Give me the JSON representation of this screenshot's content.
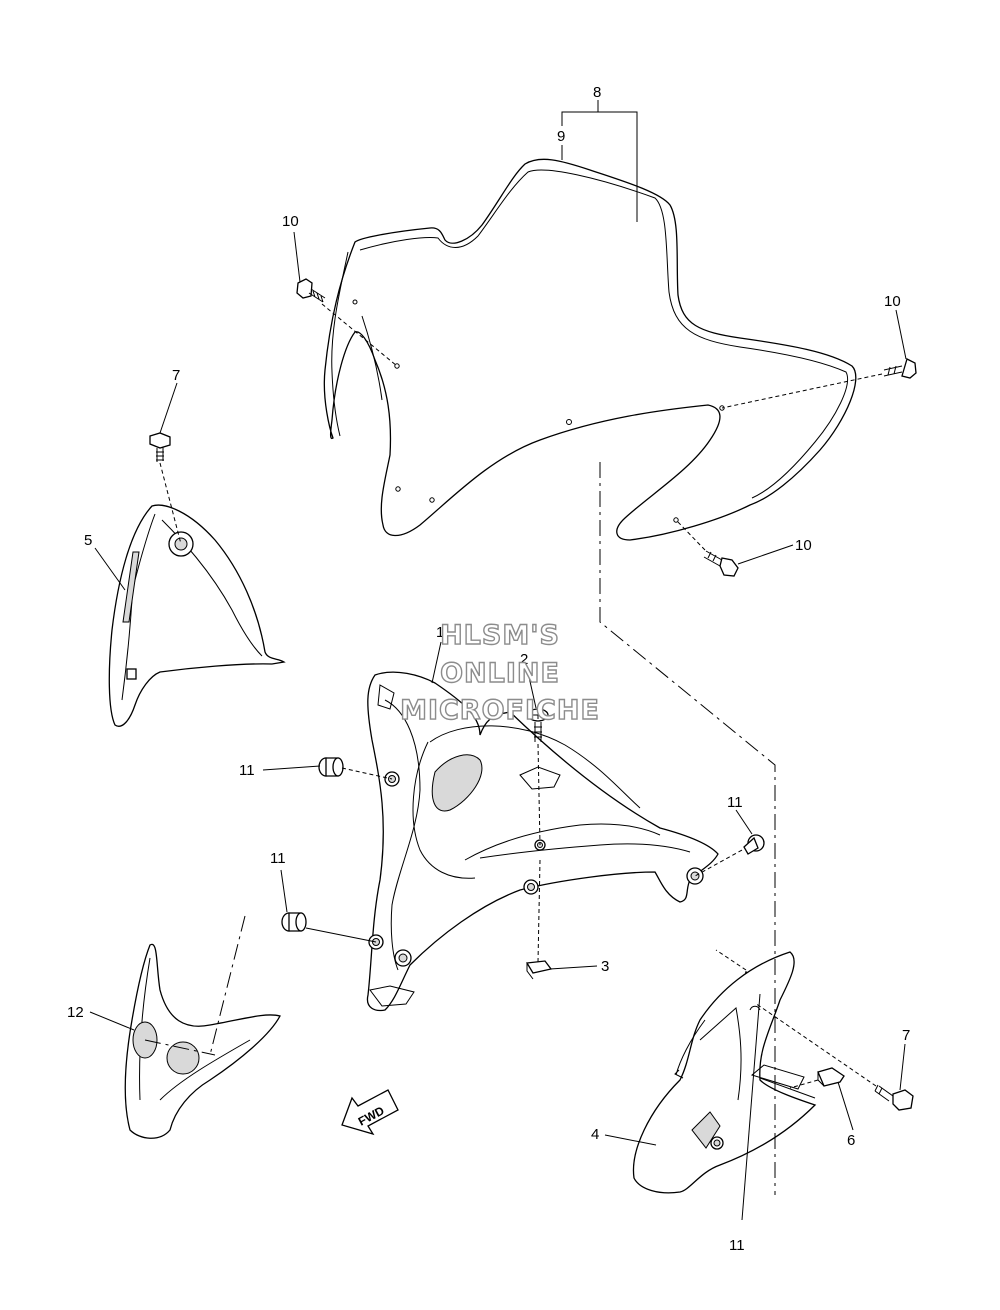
{
  "watermark": [
    "HLSM'S",
    "ONLINE",
    "MICROFICHE"
  ],
  "fwd_label": "FWD",
  "callouts": [
    "1",
    "2",
    "3",
    "4",
    "5",
    "6",
    "7",
    "8",
    "9",
    "10",
    "11",
    "12"
  ],
  "colors": {
    "line": "#000000",
    "watermark_outline": "#8c8c8c",
    "background": "#ffffff"
  }
}
